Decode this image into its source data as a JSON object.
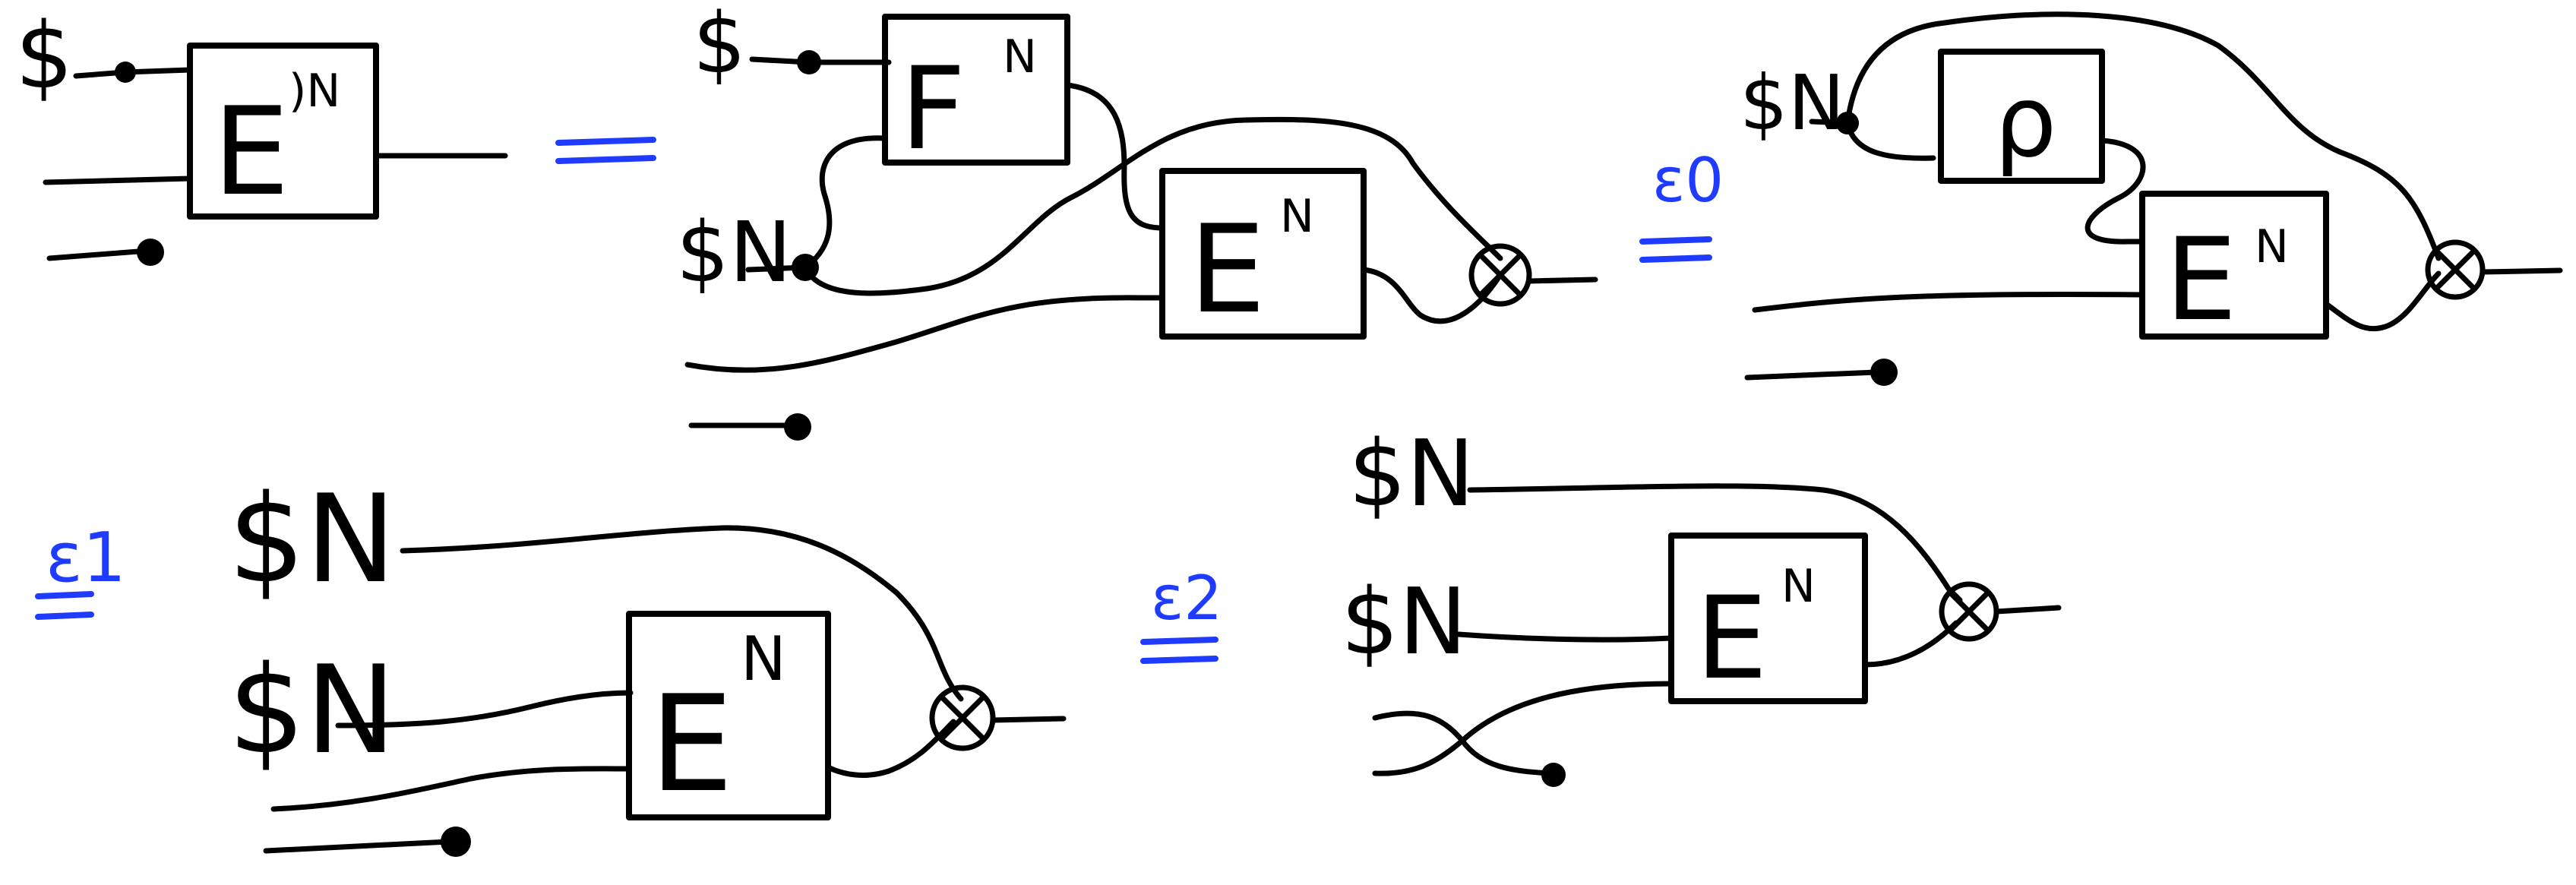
{
  "colors": {
    "ink": "#000000",
    "annotation": "#1f3bff",
    "background": "#ffffff"
  },
  "labels": {
    "coin": "$",
    "coin_n": "$N",
    "box_e": "E",
    "box_e_exp": "N",
    "box_e1": "E",
    "box_e1_exp": ")N",
    "box_f": "F",
    "box_f_exp": "N",
    "box_rho": "ρ",
    "tensor": "⊗"
  },
  "relations": {
    "eq_plain": "=",
    "eps0": "ε0",
    "eps1": "ε1",
    "eps2": "ε2"
  }
}
